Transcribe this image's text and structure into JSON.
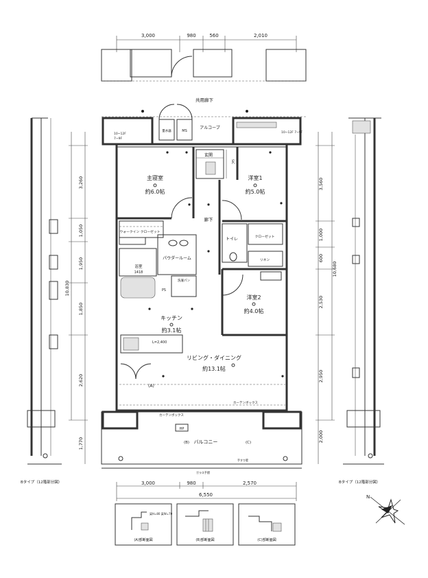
{
  "top_dimensions": [
    "3,000",
    "980",
    "560",
    "2,010"
  ],
  "bottom_dimensions": [
    "3,000",
    "980",
    "2,570"
  ],
  "bottom_total": "6,550",
  "left_dimensions": [
    "3,260",
    "1,050",
    "1,950",
    "10,830",
    "1,850",
    "2,620",
    "1,770"
  ],
  "right_dimensions": [
    "3,560",
    "1,000",
    "600",
    "10,680",
    "2,530",
    "2,950",
    "2,000"
  ],
  "labels": {
    "corridor": "共用廊下",
    "alcove": "アルコーブ",
    "entrance": "玄関",
    "hallway": "廊下",
    "toilet": "トイレ",
    "powder_room": "パウダールーム",
    "bath": "浴室",
    "bath_size": "1418",
    "laundry": "洗濯パン",
    "walk_in_closet": "ウォークイン クローゼット",
    "closet": "クローゼット",
    "linen": "リネン",
    "shoe": "SIC",
    "ms": "MS",
    "pipe_space": "PS",
    "water_meter": "量水器",
    "counter": "L=2,400",
    "curtain_box": "カーテンボックス",
    "hp": "HP",
    "balcony": "バルコニー",
    "balcony_edge": "手すり壁",
    "glass_rail": "ガラス手摺",
    "window_spec_1": "10~12F",
    "window_spec_2": "7~9F",
    "window_spec_3": "10~12F 7~9F",
    "sec_a": "(A)",
    "sec_b": "(B)",
    "sec_c": "(C)",
    "nr_a": "(A)部断面図",
    "nr_b": "(B)部断面図",
    "nr_c": "(C)部断面図",
    "detail_note": "梁H=80 梁W=70",
    "left_side_caption": "Bタイプ（12階部分図）",
    "right_side_caption": "Bタイプ（12階部分図）"
  },
  "rooms": {
    "master": {
      "name": "主寝室",
      "size": "約6.0帖"
    },
    "western1": {
      "name": "洋室1",
      "size": "約5.0帖"
    },
    "western2": {
      "name": "洋室2",
      "size": "約4.0帖"
    },
    "kitchen": {
      "name": "キッチン",
      "size": "約3.1帖"
    },
    "living": {
      "name": "リビング・ダイニング",
      "size": "約13.1帖"
    }
  },
  "compass": {
    "letter": "N"
  }
}
